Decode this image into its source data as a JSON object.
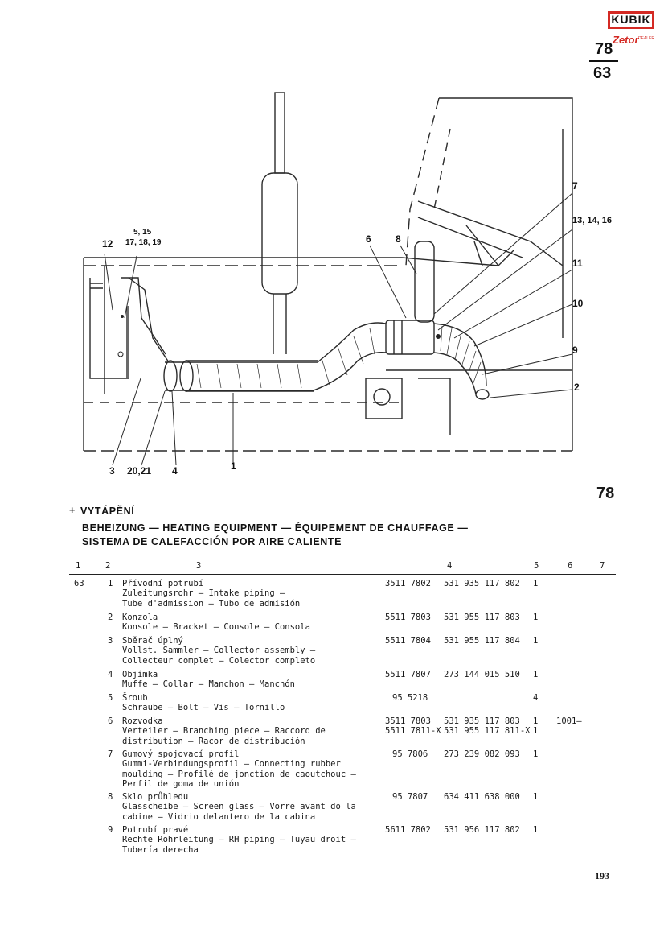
{
  "logo": {
    "brand": "KUBIK",
    "sub_brand": "Zetor",
    "dealer": "DEALER"
  },
  "page_ref": {
    "numerator": "78",
    "denominator": "63"
  },
  "figure": {
    "number": "78",
    "callouts": {
      "c1": "1",
      "c2": "2",
      "c3": "3",
      "c4": "4",
      "c6": "6",
      "c7": "7",
      "c8": "8",
      "c9": "9",
      "c10": "10",
      "c11": "11",
      "c12": "12",
      "c20_21": "20,21",
      "c13_14_16": "13, 14, 16",
      "c5_15": "5, 15",
      "c17_18_19": "17, 18, 19"
    }
  },
  "section": {
    "marker": "+",
    "title_cz": "VYTÁPĚNÍ",
    "title_line2": "BEHEIZUNG — HEATING EQUIPMENT — ÉQUIPEMENT DE CHAUFFAGE —",
    "title_line3": "SISTEMA DE CALEFACCIÓN POR AIRE CALIENTE"
  },
  "columns": [
    "1",
    "2",
    "3",
    "4",
    "5",
    "6",
    "7"
  ],
  "rows": [
    {
      "group": "63",
      "pos": "1",
      "desc": "Přívodní potrubí\nZuleitungsrohr — Intake piping —\nTube d'admission — Tubo de admisión",
      "code_a": "3511 7802",
      "code_b": "531 935 117 802",
      "qty": "1",
      "note": ""
    },
    {
      "group": "",
      "pos": "2",
      "desc": "Konzola\nKonsole — Bracket — Console — Consola",
      "code_a": "5511 7803",
      "code_b": "531 955 117 803",
      "qty": "1",
      "note": ""
    },
    {
      "group": "",
      "pos": "3",
      "desc": "Sběrač úplný\nVollst. Sammler — Collector assembly —\nCollecteur complet — Colector completo",
      "code_a": "5511 7804",
      "code_b": "531 955 117 804",
      "qty": "1",
      "note": ""
    },
    {
      "group": "",
      "pos": "4",
      "desc": "Objímka\nMuffe — Collar — Manchon — Manchón",
      "code_a": "5511 7807",
      "code_b": "273 144 015 510",
      "qty": "1",
      "note": ""
    },
    {
      "group": "",
      "pos": "5",
      "desc": "Šroub\nSchraube — Bolt — Vis — Tornillo",
      "code_a": "95 5218",
      "code_b": "",
      "qty": "4",
      "note": ""
    },
    {
      "group": "",
      "pos": "6",
      "desc": "Rozvodka\nVerteiler — Branching piece — Raccord de\ndistribution — Racor de distribución",
      "code_a": "3511 7803\n5511 7811-X",
      "code_b": "531 935 117 803\n531 955 117 811-X",
      "qty": "1\n1",
      "note": "1001—"
    },
    {
      "group": "",
      "pos": "7",
      "desc": "Gumový spojovací profil\nGummi-Verbindungsprofil — Connecting rubber\nmoulding — Profilé de jonction de caoutchouc —\nPerfil de goma de unión",
      "code_a": "95 7806",
      "code_b": "273 239 082 093",
      "qty": "1",
      "note": ""
    },
    {
      "group": "",
      "pos": "8",
      "desc": "Sklo průhledu\nGlasscheibe — Screen glass — Vorre avant do la\ncabine — Vidrio delantero de la cabina",
      "code_a": "95 7807",
      "code_b": "634 411 638 000",
      "qty": "1",
      "note": ""
    },
    {
      "group": "",
      "pos": "9",
      "desc": "Potrubí pravé\nRechte Rohrleitung — RH piping — Tuyau droit —\nTubería derecha",
      "code_a": "5611 7802",
      "code_b": "531 956 117 802",
      "qty": "1",
      "note": ""
    }
  ],
  "page_number": "193"
}
